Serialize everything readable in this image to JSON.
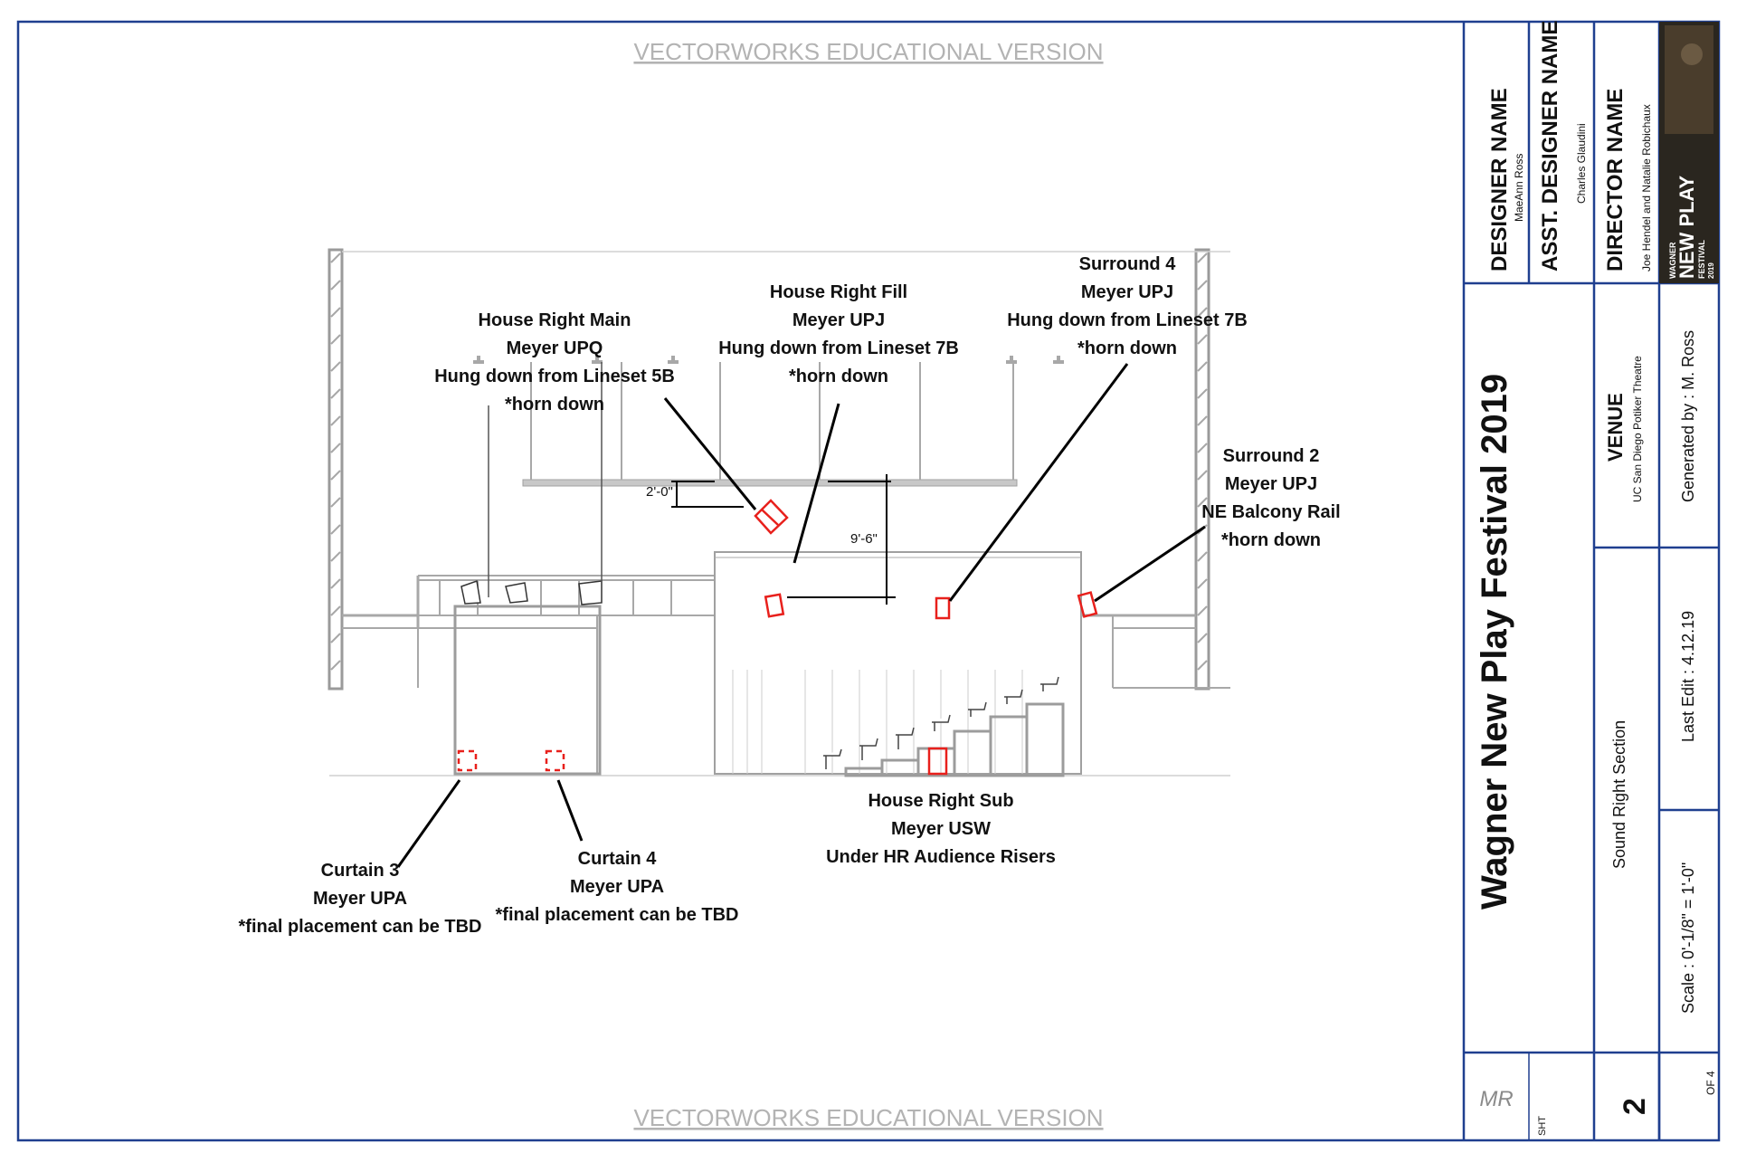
{
  "watermark": "VECTORWORKS EDUCATIONAL VERSION",
  "dimensions": {
    "hang_drop": "2'-0\"",
    "balcony_drop": "9'-6\""
  },
  "callouts": {
    "house_right_main": [
      "House Right Main",
      "Meyer UPQ",
      "Hung down from Lineset 5B",
      "*horn down"
    ],
    "house_right_fill": [
      "House Right Fill",
      "Meyer UPJ",
      "Hung down from Lineset 7B",
      "*horn down"
    ],
    "surround_4": [
      "Surround 4",
      "Meyer UPJ",
      "Hung down from Lineset 7B",
      "*horn down"
    ],
    "surround_2": [
      "Surround 2",
      "Meyer UPJ",
      "NE Balcony Rail",
      "*horn down"
    ],
    "house_right_sub": [
      "House Right Sub",
      "Meyer USW",
      "Under HR Audience Risers"
    ],
    "curtain_3": [
      "Curtain 3",
      "Meyer UPA",
      "*final placement can be TBD"
    ],
    "curtain_4": [
      "Curtain 4",
      "Meyer UPA",
      "*final placement can be TBD"
    ]
  },
  "title_block": {
    "designer_label": "DESIGNER NAME",
    "designer_name": "MaeAnn Ross",
    "asst_label": "ASST.  DESIGNER NAME",
    "asst_name": "Charles Glaudini",
    "director_label": "DIRECTOR NAME",
    "director_name": "Joe Hendel and Natalie Robichaux",
    "logo_top": "WAGNER",
    "logo_main": "NEW PLAY",
    "logo_sub": "FESTIVAL",
    "logo_year": "2019",
    "production_title": "Wagner New Play Festival 2019",
    "venue_label": "VENUE",
    "venue_name": "UC San Diego Potiker Theatre",
    "generated_by": "Generated by : M. Ross",
    "sheet_title": "Sound Right Section",
    "last_edit": "Last Edit : 4.12.19",
    "scale": "Scale : 0'-1/8\" = 1'-0\"",
    "monogram": "MR",
    "sheet_label": "SHT",
    "sheet_number": "2",
    "sheet_total": "OF 4"
  },
  "colors": {
    "border": "#1f3f8f",
    "structure": "#a8a8a8",
    "speaker": "#e8201c",
    "leader": "#000000"
  }
}
